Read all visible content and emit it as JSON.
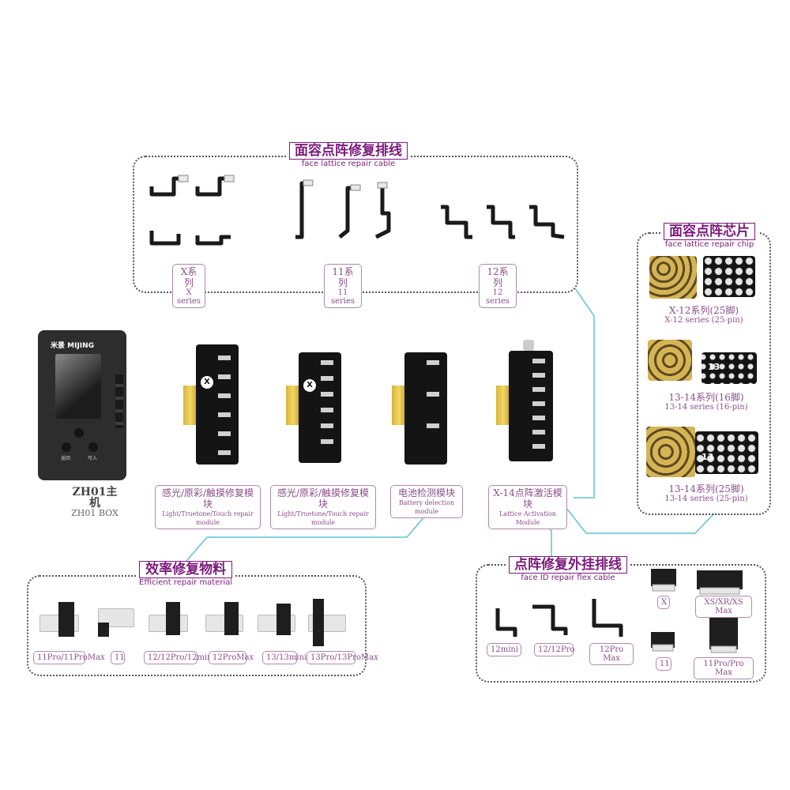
{
  "face_cable": {
    "title_cn": "面容点阵修复排线",
    "title_en": "face lattice repair cable",
    "series": [
      {
        "cn": "X系列",
        "en": "X series"
      },
      {
        "cn": "11系列",
        "en": "11 series"
      },
      {
        "cn": "12系列",
        "en": "12 series"
      }
    ]
  },
  "chip": {
    "title_cn": "面容点阵芯片",
    "title_en": "face lattice repair chip",
    "items": [
      {
        "cn": "X-12系列(25脚)",
        "en": "X-12 series (25-pin)",
        "badge": ""
      },
      {
        "cn": "13-14系列(16脚)",
        "en": "13-14 series (16-pin)",
        "badge": "13"
      },
      {
        "cn": "13-14系列(25脚)",
        "en": "13-14 series (25-pin)",
        "badge": "13"
      }
    ]
  },
  "box": {
    "brand_cn": "米景",
    "brand_en": "MIJING",
    "cn": "ZH01主机",
    "en": "ZH01 BOX",
    "btn1": "返回",
    "btn2": "写入"
  },
  "modules": [
    {
      "cn": "感光/原彩/触摸修复模块",
      "en": "Light/Truetone/Touch repair module",
      "logo": "X"
    },
    {
      "cn": "感光/原彩/触摸修复模块",
      "en": "Light/Truetone/Touch repair module",
      "logo": "X"
    },
    {
      "cn": "电池检测模块",
      "en": "Battery delection module",
      "logo": ""
    },
    {
      "cn": "X-14点阵激活模块",
      "en": "Lattice Activation Module",
      "logo": ""
    }
  ],
  "material": {
    "title_cn": "效率修复物料",
    "title_en": "Efficient repair material",
    "items": [
      "11Pro/11ProMax",
      "11",
      "12/12Pro/12mini",
      "12ProMax",
      "13/13mini",
      "13Pro/13ProMax"
    ]
  },
  "flexcable": {
    "title_cn": "点阵修复外挂排线",
    "title_en": "face ID repair flex cable",
    "items": [
      "12mini",
      "12/12Pro",
      "12Pro Max",
      "X",
      "XS/XR/XS Max",
      "11",
      "11Pro/Pro Max"
    ]
  },
  "colors": {
    "accent": "#7a1b7a",
    "link_line": "#5fc4cf",
    "gold": "#d8b43a"
  }
}
